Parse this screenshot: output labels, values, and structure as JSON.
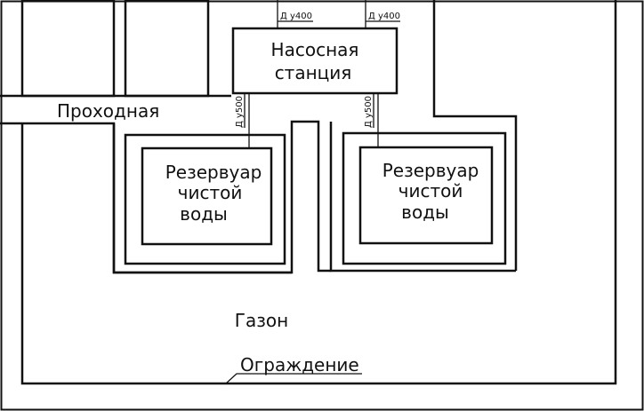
{
  "colors": {
    "ink": "#111111",
    "background": "#ffffff"
  },
  "labels": {
    "pump_station": [
      "Насосная",
      "станция"
    ],
    "checkpoint": "Проходная",
    "reservoir_left": [
      "Резервуар",
      "чистой",
      "воды"
    ],
    "reservoir_right": [
      "Резервуар",
      "чистой",
      "воды"
    ],
    "lawn": "Газон",
    "fence": "Ограждение",
    "pipe_inlet_left": "Д у400",
    "pipe_inlet_right": "Д у400",
    "pipe_res_left": "Д у500",
    "pipe_res_right": "Д у500"
  }
}
